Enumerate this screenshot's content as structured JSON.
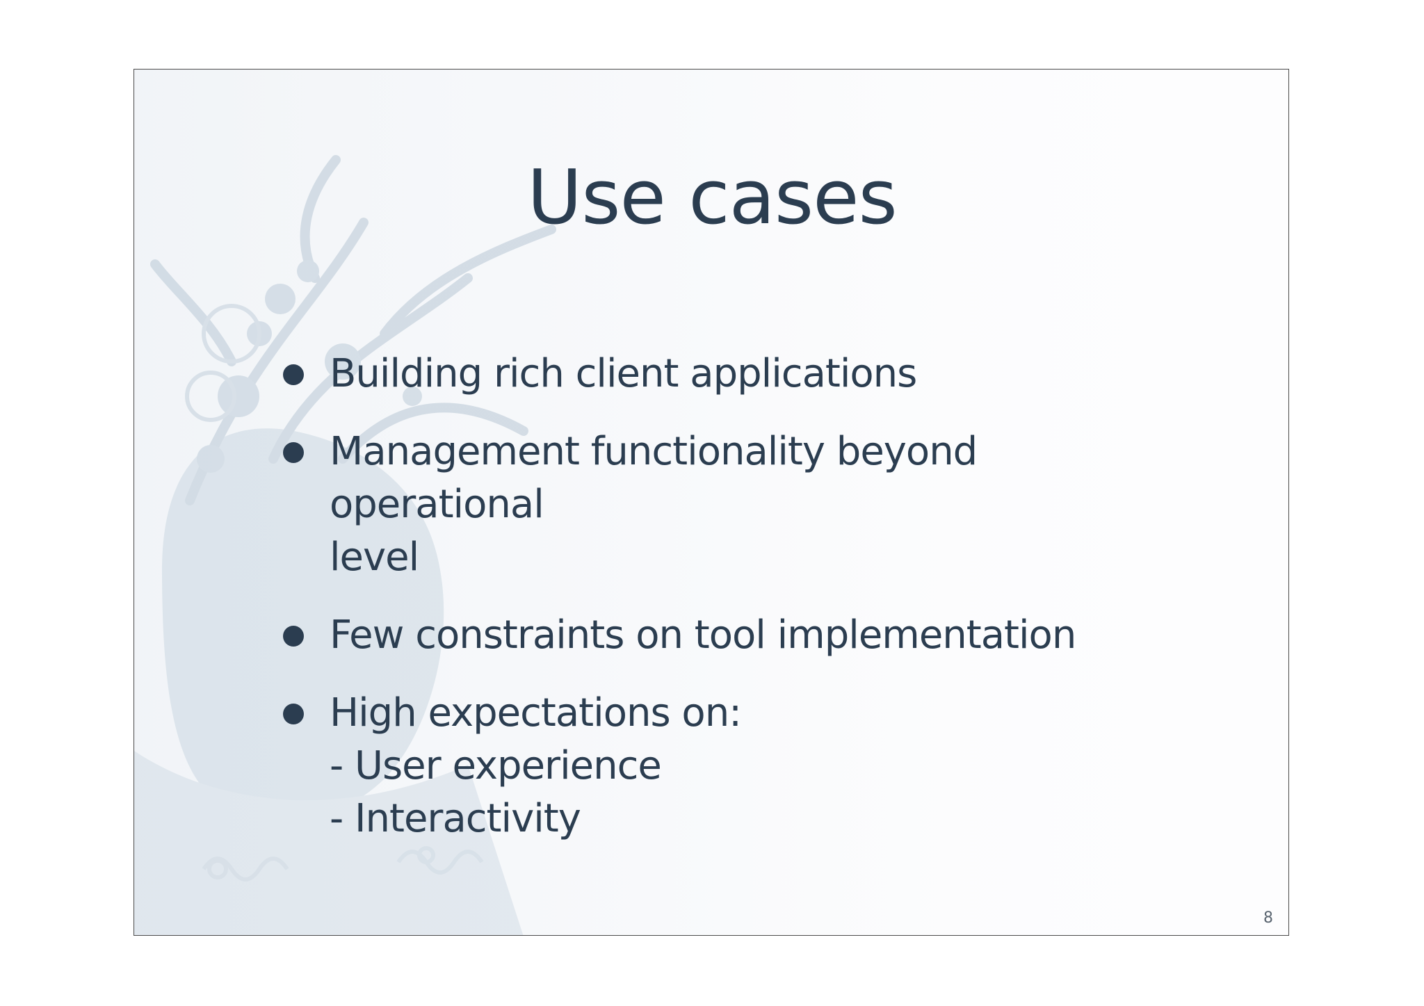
{
  "slide": {
    "title": "Use cases",
    "bullets": [
      {
        "lines": [
          "Building rich client applications"
        ]
      },
      {
        "lines": [
          "Management functionality beyond operational",
          "level"
        ]
      },
      {
        "lines": [
          "Few constraints on tool implementation"
        ]
      },
      {
        "lines": [
          "High expectations on:",
          "- User experience",
          "- Interactivity"
        ]
      }
    ],
    "page_number": "8"
  },
  "colors": {
    "text": "#2b3d50",
    "background_art": "#dfe6ec",
    "border": "#4a4a4a"
  }
}
